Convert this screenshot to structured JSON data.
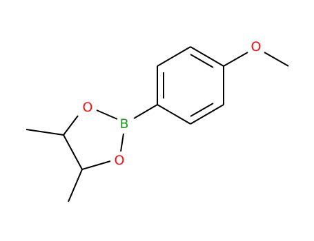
{
  "molecule": {
    "atoms": {
      "o_ring_top": {
        "symbol": "O",
        "color": "#ff0d0d"
      },
      "o_ring_bottom": {
        "symbol": "O",
        "color": "#ff0d0d"
      },
      "boron": {
        "symbol": "B",
        "color": "#1f9e1f"
      },
      "o_methoxy": {
        "symbol": "O",
        "color": "#ff0d0d"
      }
    },
    "bond_color": "#000000"
  }
}
